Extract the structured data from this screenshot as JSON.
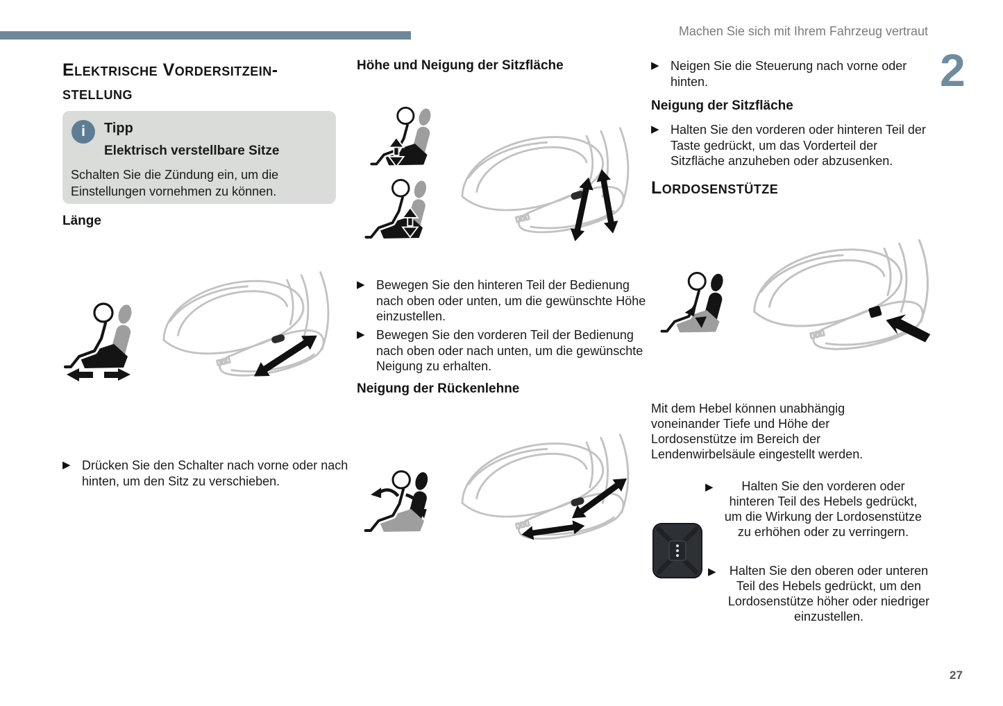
{
  "header": {
    "title": "Machen Sie sich mit Ihrem Fahrzeug vertraut",
    "chapter_number": "2"
  },
  "icons": {
    "bullet": "▶",
    "info": "i"
  },
  "colors": {
    "accent_bar": "#6e8899",
    "chapter_number": "#6f8ba0",
    "info_icon_bg": "#5d7d95",
    "tip_box_bg": "#dadcd9",
    "line_art_gray": "#c2c2c2",
    "pictogram_gray": "#9e9e9e",
    "text": "#1a1a1a",
    "header_text": "#7b7b7b",
    "page_number": "#55565a"
  },
  "left_column": {
    "title_line1": "Elektrische Vordersitzein-",
    "title_line2": "stellung",
    "tip": {
      "label": "Tipp",
      "subtitle": "Elektrisch verstellbare Sitze",
      "body": "Schalten Sie die Zündung ein, um die Einstellungen vornehmen zu können."
    },
    "length_section": {
      "heading": "Länge",
      "bullet": "Drücken Sie den Schalter nach vorne oder nach hinten, um den Sitz zu verschieben."
    }
  },
  "middle_column": {
    "height_section": {
      "heading": "Höhe und Neigung der Sitzfläche",
      "bullets": [
        "Bewegen Sie den hinteren Teil der Bedienung nach oben oder unten, um die gewünschte Höhe einzustellen.",
        "Bewegen Sie den vorderen Teil der Bedienung nach oben oder nach unten, um die gewünschte Neigung zu erhalten."
      ]
    },
    "backrest_section": {
      "heading": "Neigung der Rückenlehne"
    }
  },
  "right_column": {
    "tilt_bullet": "Neigen Sie die Steuerung nach vorne oder hinten.",
    "cushion_section": {
      "heading": "Neigung der Sitzfläche",
      "bullet": "Halten Sie den vorderen oder hinteren Teil der Taste gedrückt, um das Vorderteil der Sitzfläche anzuheben oder abzusenken."
    },
    "lumbar_section": {
      "title": "Lordosenstütze",
      "intro": "Mit dem Hebel können unabhängig voneinander Tiefe und Höhe der Lordosenstütze im Bereich der Lendenwirbelsäule eingestellt werden.",
      "bullets": [
        "Halten Sie den vorderen oder hinteren Teil des Hebels gedrückt, um die Wirkung der Lordosenstütze zu erhöhen oder zu verringern.",
        "Halten Sie den oberen oder unteren Teil des Hebels gedrückt, um den Lordosenstütze höher oder niedriger einzustellen."
      ]
    }
  },
  "footer": {
    "page_number": "27"
  }
}
